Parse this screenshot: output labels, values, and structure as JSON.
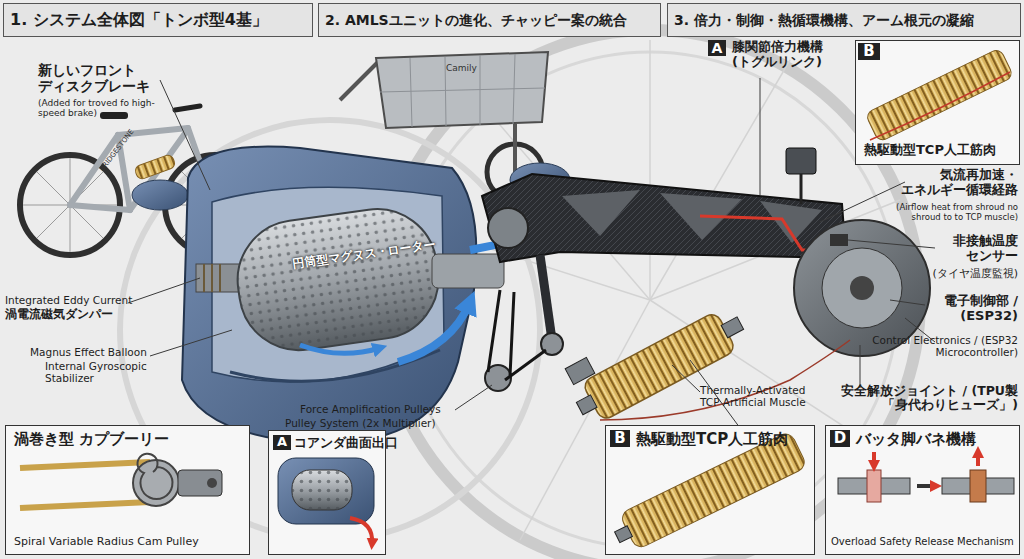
{
  "diagram": {
    "nodes": [
      {
        "text": [
          "1. システム全体図「トンボ型4基」"
        ]
      },
      {
        "text": [
          "2. AMLSユニットの進化、チャッピー案の統合"
        ]
      },
      {
        "text": [
          "3. 倍力・制御・熱循環機構、アーム根元の凝縮"
        ]
      },
      {
        "text": [
          "B",
          "熱駆動型TCP人工筋肉"
        ]
      },
      {
        "text": [
          "渦巻き型 カプブーリー",
          "Spiral Variable Radius Cam Pulley"
        ]
      },
      {
        "text": [
          "A",
          "コアンダ曲面出口"
        ]
      },
      {
        "text": [
          "B",
          "熱駆動型TCP人工筋肉"
        ]
      },
      {
        "text": [
          "D",
          "バッタ脚バネ機構",
          "Overload Safety Release Mechanism"
        ]
      }
    ],
    "labels": [
      "新しいフロント ディスクブレーキ",
      "(Added for troved fo high-speed brake)",
      "BRIDGESTONE",
      "Camily",
      "A",
      "膝関節倍力機構 (トグルリンク)",
      "気流再加速・ エネルギー循環経路",
      "(Airflow heat from shroud no shroud to to TCP muscle)",
      "非接触温度 センサー",
      "(タイヤ温度監視)",
      "電子制御部 / (ESP32)",
      "Control Electronics / (ESP32 Microcontroller)",
      "安全解放ジョイント / (TPU製「身代わりヒューズ」)",
      "Thermally-Activated TCP Artificial Muscle",
      "Integrated Eddy Current",
      "渦電流磁気ダンパー",
      "Magnus Effect Balloon",
      "Internal Gyroscopic Stabilizer",
      "円筒型マグヌス・ローター",
      "Force Amplification Pulleys",
      "Pulley System (2x Multiplier)"
    ]
  }
}
